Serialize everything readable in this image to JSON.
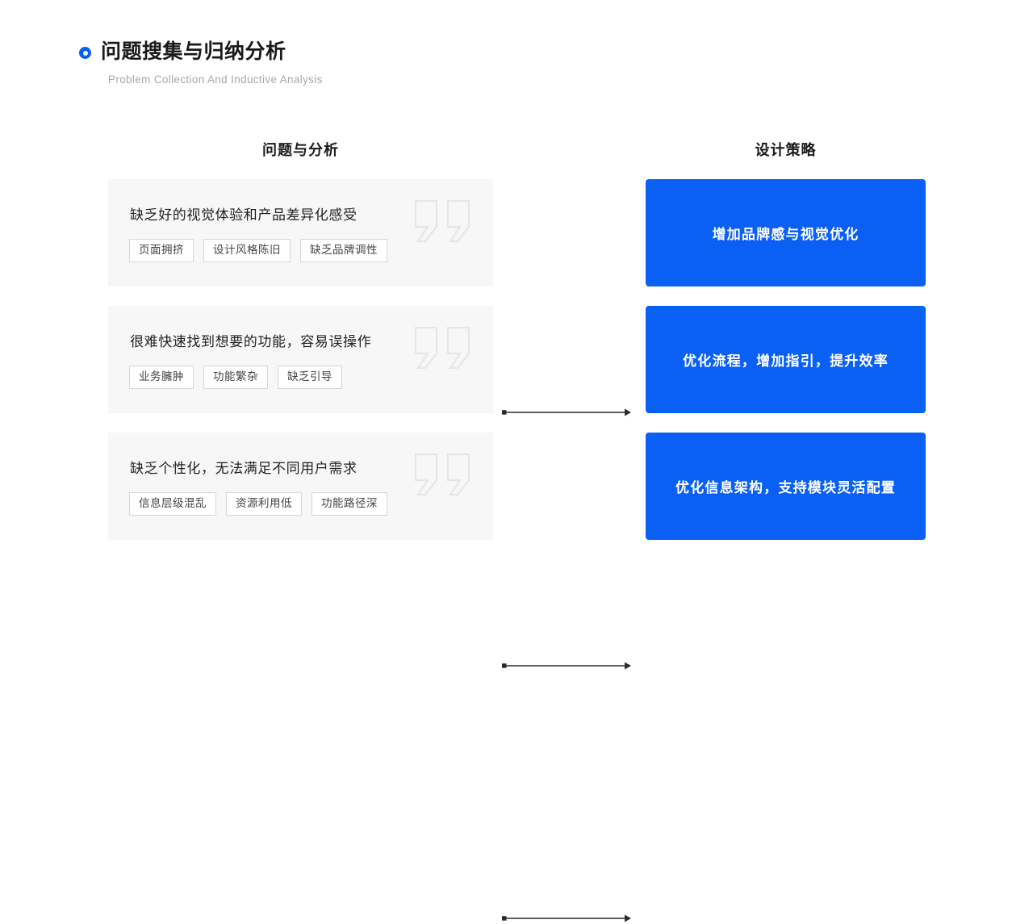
{
  "header": {
    "bullet_icon": "circle-dot-icon",
    "title": "问题搜集与归纳分析",
    "subtitle": "Problem Collection And Inductive Analysis"
  },
  "columns": {
    "left_heading": "问题与分析",
    "right_heading": "设计策略"
  },
  "colors": {
    "accent_blue": "#0a60f5",
    "card_bg": "#f7f7f7",
    "tag_border": "#d6d6d6",
    "title_text": "#1a1a1a",
    "subtitle_text": "#a8a8a8",
    "connector_line": "#2b2b2b"
  },
  "rows": [
    {
      "problem": {
        "title": "缺乏好的视觉体验和产品差异化感受",
        "tags": [
          "页面拥挤",
          "设计风格陈旧",
          "缺乏品牌调性"
        ],
        "decoration": "quote-marks-icon"
      },
      "connector": "arrow-right-icon",
      "strategy": "增加品牌感与视觉优化"
    },
    {
      "problem": {
        "title": "很难快速找到想要的功能，容易误操作",
        "tags": [
          "业务臃肿",
          "功能繁杂",
          "缺乏引导"
        ],
        "decoration": "quote-marks-icon"
      },
      "connector": "arrow-right-icon",
      "strategy": "优化流程，增加指引，提升效率"
    },
    {
      "problem": {
        "title": "缺乏个性化，无法满足不同用户需求",
        "tags": [
          "信息层级混乱",
          "资源利用低",
          "功能路径深"
        ],
        "decoration": "quote-marks-icon"
      },
      "connector": "arrow-right-icon",
      "strategy": "优化信息架构，支持模块灵活配置"
    }
  ]
}
